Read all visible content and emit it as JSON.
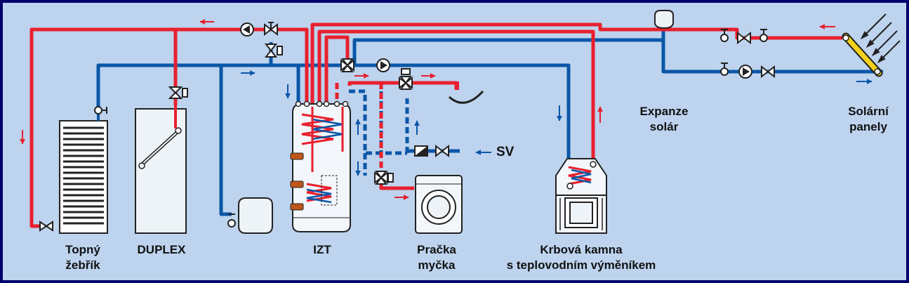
{
  "labels": {
    "topny_1": "Topný",
    "topny_2": "žebřík",
    "duplex": "DUPLEX",
    "izt": "IZT",
    "pracka_1": "Pračka",
    "pracka_2": "myčka",
    "krbova_1": "Krbová kamna",
    "krbova_2": "s teplovodním výměníkem",
    "expanze_1": "Expanze",
    "expanze_2": "solár",
    "solarni_1": "Solární",
    "solarni_2": "panely",
    "sv": "SV"
  },
  "colors": {
    "hot": "#e8202e",
    "cold": "#0a57a8",
    "background": "#bdd3ee",
    "border": "#00006a",
    "panel": "#f2d11c"
  }
}
